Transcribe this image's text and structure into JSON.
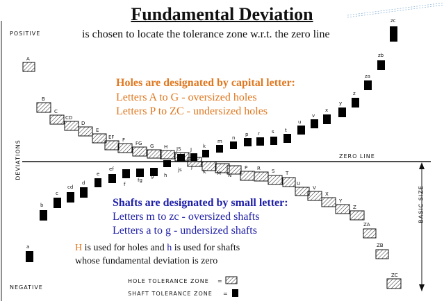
{
  "title": "Fundamental Deviation",
  "subtitle": "is chosen to locate the tolerance zone w.r.t. the zero line",
  "axis": {
    "positive": "POSITIVE",
    "negative": "NEGATIVE",
    "deviations": "DEVIATIONS",
    "zero_line": "ZERO LINE",
    "basic_size": "BASIC SIZE"
  },
  "holes_text": {
    "heading": "Holes are designated by capital letter:",
    "line1": "Letters A to G - oversized holes",
    "line2": "Letters P to ZC - undersized holes"
  },
  "shafts_text": {
    "heading": "Shafts are designated by small letter:",
    "line1": "Letters m to zc - oversized shafts",
    "line2": "Letters a to g - undersized shafts"
  },
  "note": {
    "H": "H",
    "mid1": " is used for holes and ",
    "h": "h",
    "mid2": " is used for shafts",
    "line2": "whose fundamental deviation is zero"
  },
  "legend": {
    "hole": "HOLE TOLERANCE ZONE",
    "shaft": "SHAFT TOLERANCE ZONE",
    "eq": "="
  },
  "holes": [
    "A",
    "B",
    "C",
    "CD",
    "D",
    "E",
    "EF",
    "F",
    "FG",
    "G",
    "H",
    "JS",
    "J",
    "K",
    "M",
    "N",
    "P",
    "R",
    "S",
    "T",
    "U",
    "V",
    "X",
    "Y",
    "Z",
    "ZA",
    "ZB",
    "ZC"
  ],
  "shafts": [
    "a",
    "b",
    "c",
    "cd",
    "d",
    "e",
    "ef",
    "f",
    "fg",
    "g",
    "h",
    "js",
    "j",
    "k",
    "m",
    "n",
    "p",
    "r",
    "s",
    "t",
    "u",
    "v",
    "x",
    "y",
    "z",
    "za",
    "zb",
    "zc"
  ],
  "colors": {
    "hole_hatch": "#222222",
    "shaft_fill": "#000000",
    "orange": "#e07820",
    "blue": "#1f1fa8"
  }
}
